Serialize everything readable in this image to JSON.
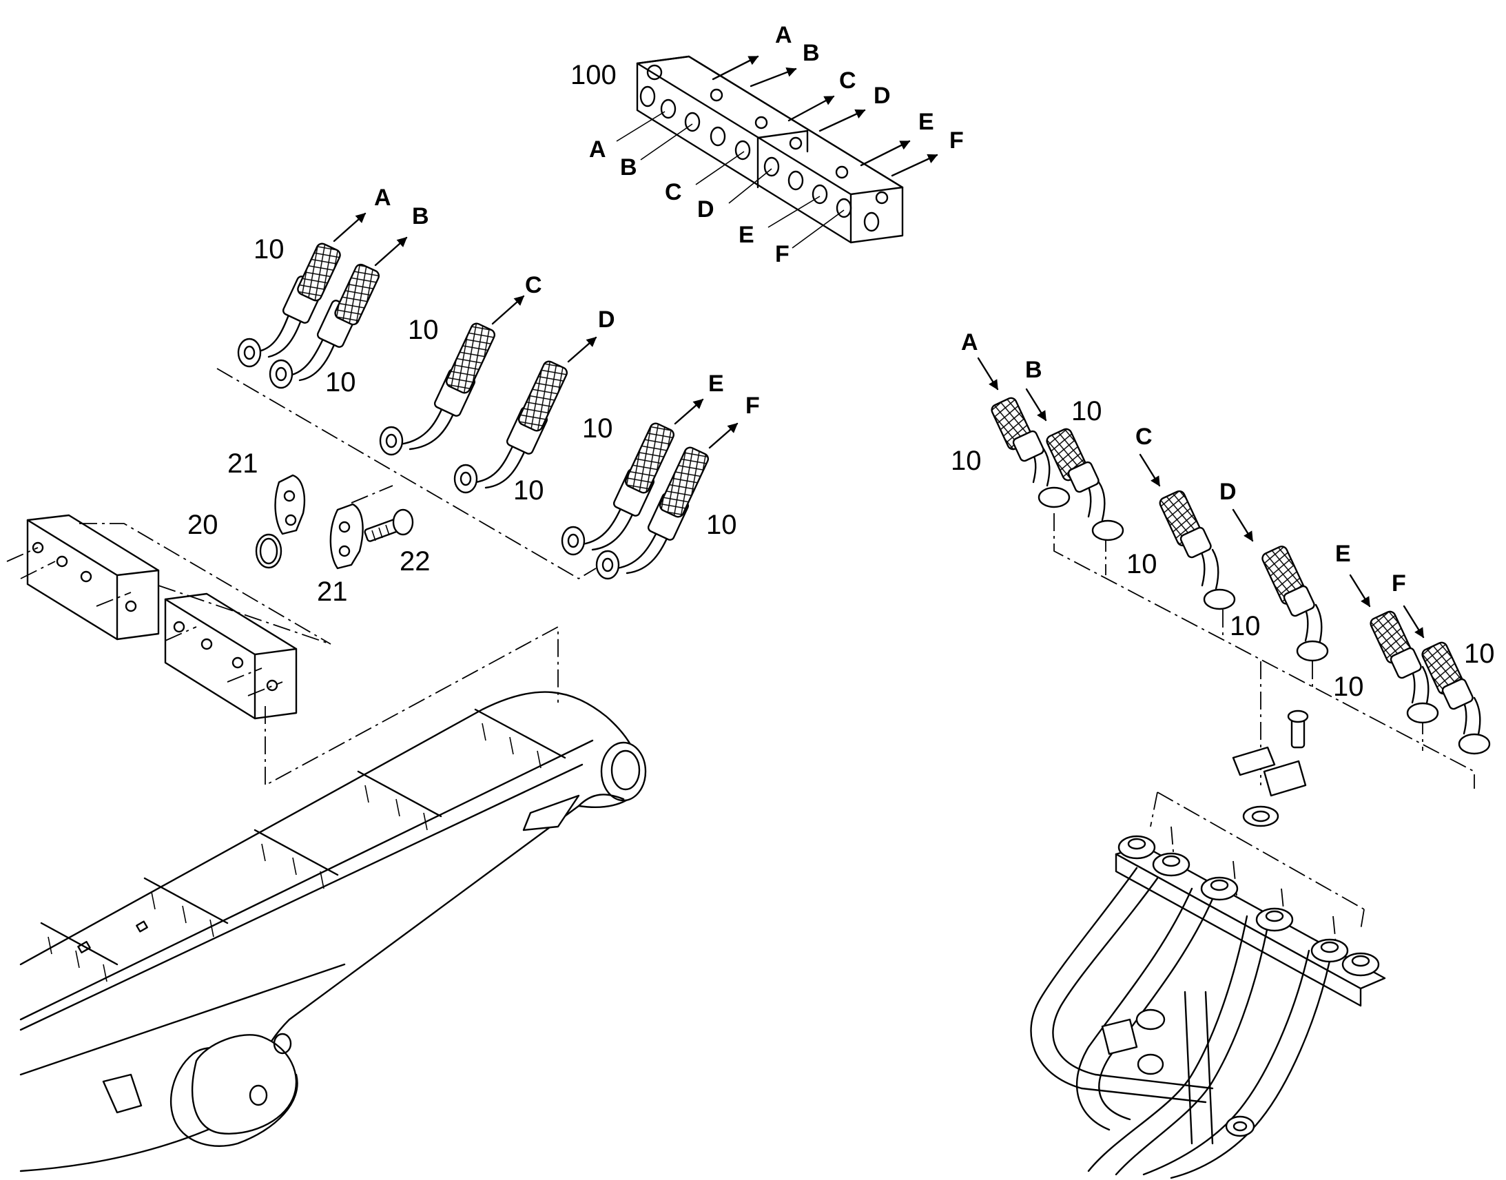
{
  "labels": {
    "pn100": "100",
    "pn10": "10",
    "pn20": "20",
    "pn21": "21",
    "pn22": "22"
  },
  "ports": [
    "A",
    "B",
    "C",
    "D",
    "E",
    "F"
  ]
}
